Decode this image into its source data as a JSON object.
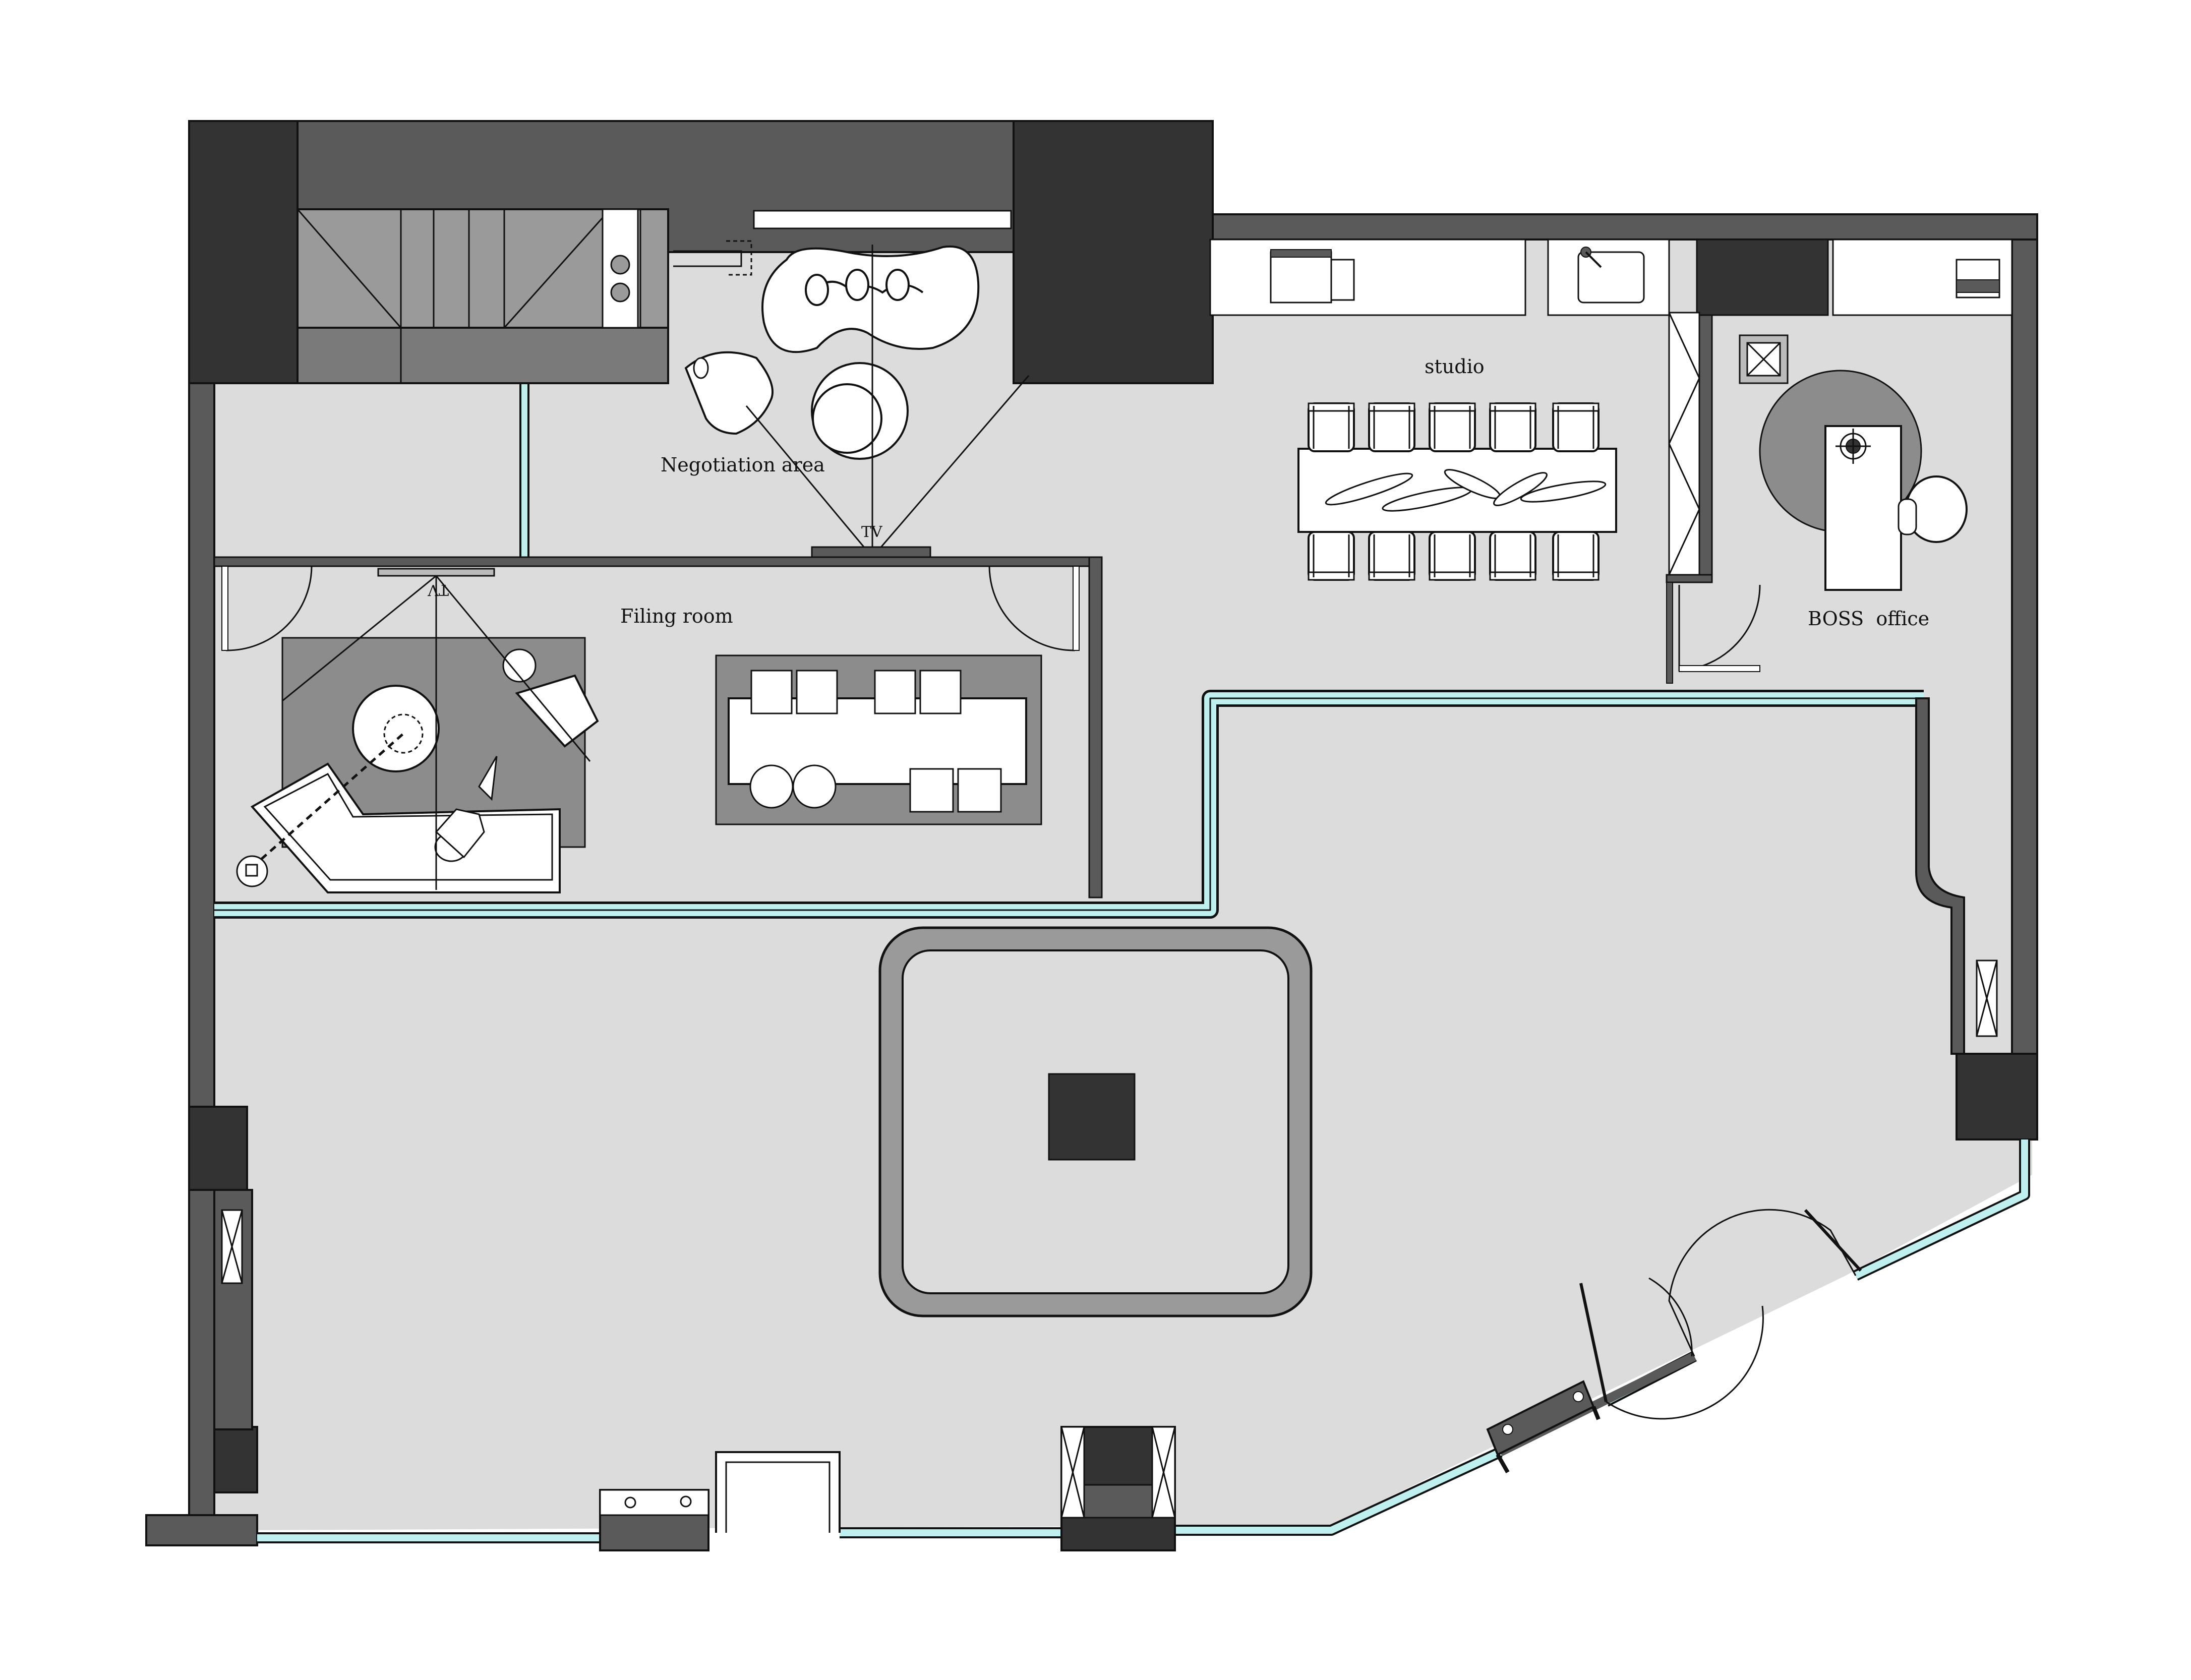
{
  "rooms": {
    "negotiation": "Negotiation area",
    "filing": "Filing room",
    "studio": "studio",
    "boss": "BOSS  office"
  },
  "annotations": {
    "tv_top": "TV",
    "tv_filing": "TV"
  },
  "colors": {
    "wall_dark": "#3a3a3a",
    "wall_mid": "#5a5a5a",
    "floor": "#dcdcdc",
    "furniture": "#ffffff",
    "rug": "#8c8c8c",
    "glass": "#bff0f0"
  }
}
